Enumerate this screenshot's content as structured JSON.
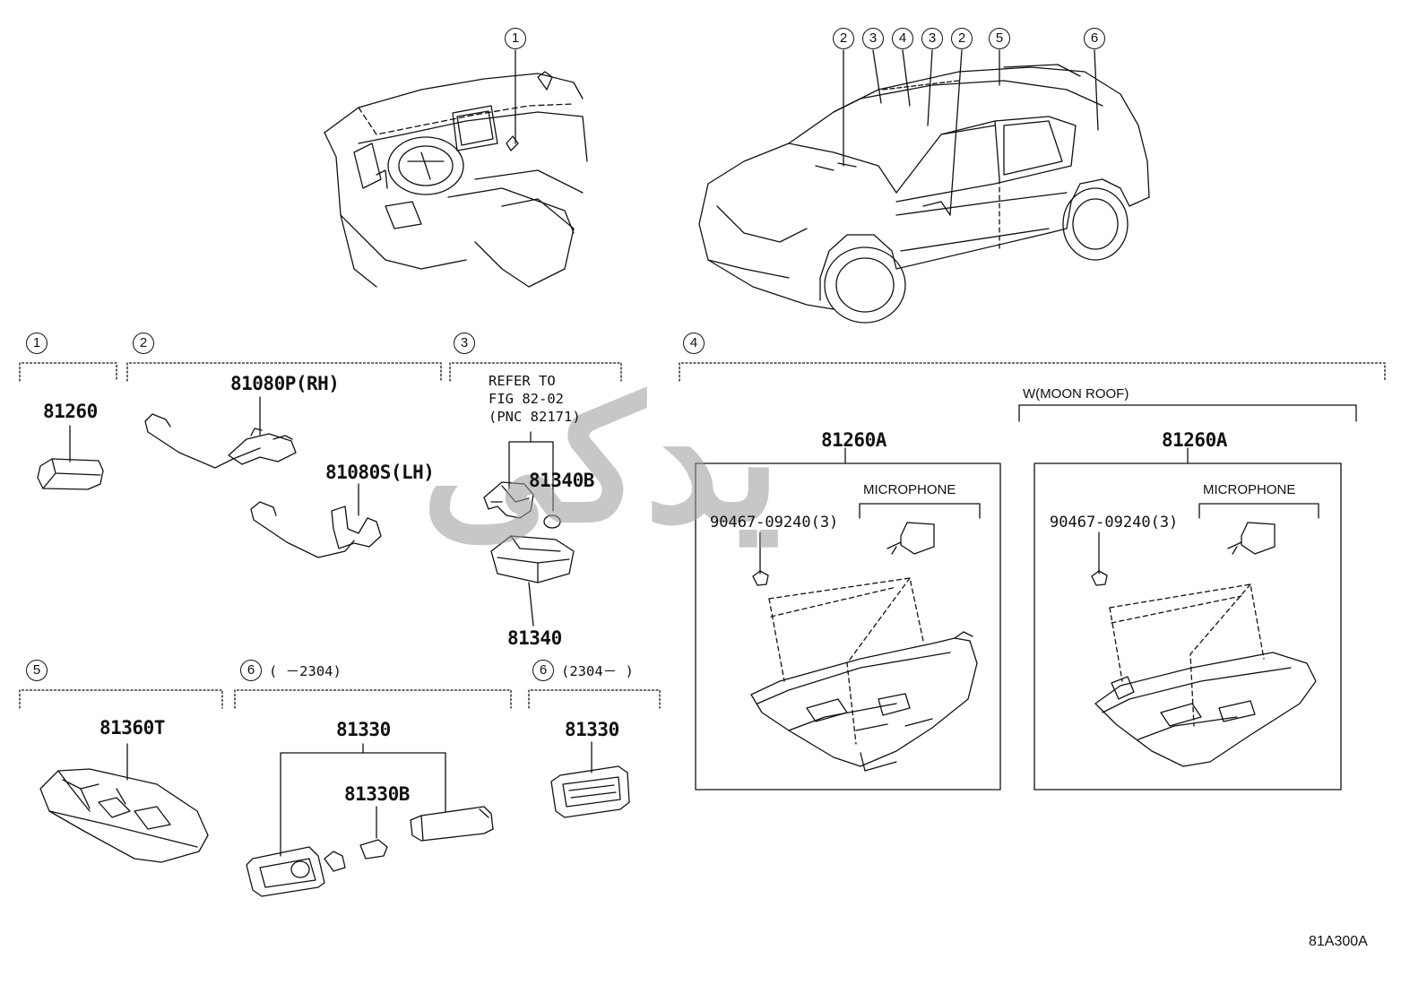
{
  "watermark": "یدکی",
  "figure_code": "81A300A",
  "overview_callouts": {
    "dash": "1",
    "car": [
      "2",
      "3",
      "4",
      "3",
      "2",
      "5",
      "6"
    ]
  },
  "sections": {
    "s1": {
      "num": "1"
    },
    "s2": {
      "num": "2"
    },
    "s3": {
      "num": "3"
    },
    "s4": {
      "num": "4"
    },
    "s5": {
      "num": "5"
    },
    "s6a": {
      "num": "6",
      "range": "(    －2304)"
    },
    "s6b": {
      "num": "6",
      "range": "(2304－    )"
    }
  },
  "parts": {
    "p81260": "81260",
    "p81080p": "81080P(RH)",
    "p81080s": "81080S(LH)",
    "refer1": "REFER TO",
    "refer2": "FIG 82-02",
    "refer3": "(PNC 82171)",
    "p81340b": "81340B",
    "p81340": "81340",
    "p81260a_1": "81260A",
    "p81260a_2": "81260A",
    "mic1": "MICROPHONE",
    "mic2": "MICROPHONE",
    "clip1": "90467-09240(3)",
    "clip2": "90467-09240(3)",
    "moonroof": "W(MOON ROOF)",
    "p81360t": "81360T",
    "p81330_1": "81330",
    "p81330b": "81330B",
    "p81330_2": "81330"
  }
}
